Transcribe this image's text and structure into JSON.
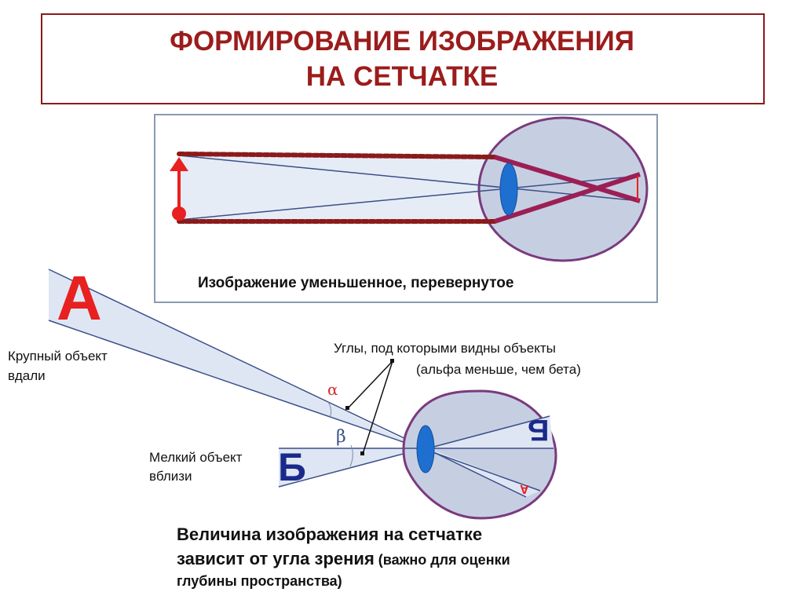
{
  "title": {
    "line1": "ФОРМИРОВАНИЕ ИЗОБРАЖЕНИЯ",
    "line2": "НА СЕТЧАТКЕ"
  },
  "top_diagram": {
    "caption": "Изображение уменьшенное, перевернутое"
  },
  "bottom_diagram": {
    "letter_far": "А",
    "letter_near": "Б",
    "letter_far_inverted": "А",
    "letter_near_inverted": "Б",
    "far_label": {
      "line1": "Крупный объект",
      "line2": "вдали"
    },
    "near_label": {
      "line1": "Мелкий объект",
      "line2": "вблизи"
    },
    "angles_label": {
      "line1": "Углы, под которыми видны объекты",
      "line2": "(альфа меньше, чем бета)"
    },
    "alpha": "α",
    "beta": "β"
  },
  "conclusion": {
    "line1": "Величина изображения на сетчатке",
    "line2_bold": "зависит от угла зрения",
    "line2_rest": " (важно для оценки",
    "line3": "глубины пространства)"
  },
  "colors": {
    "title": "#9b1c1c",
    "ray": "#8b1a1a",
    "lens": "#1e6fd0",
    "eye": "#c6cfe2",
    "eye_outline": "#7a3a7e"
  }
}
